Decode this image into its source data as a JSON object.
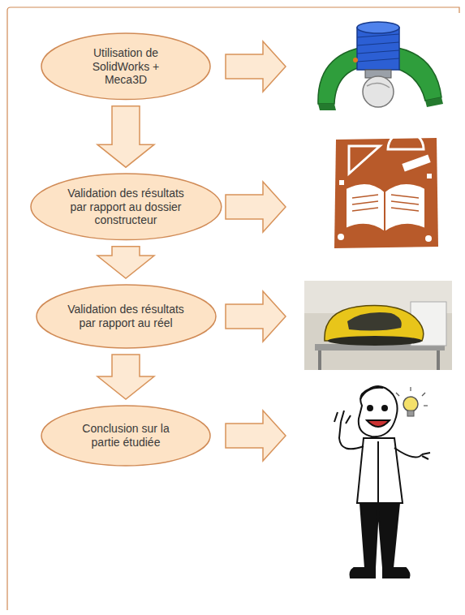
{
  "diagram": {
    "nodes": [
      {
        "text": [
          "Utilisation de SolidWorks + Meca3D"
        ]
      },
      {
        "text": [
          "Validation des résultats par rapport au dossier constructeur"
        ]
      },
      {
        "text": [
          "Validation des résultats par rapport au réel"
        ]
      },
      {
        "text": [
          "Conclusion sur la partie étudiée"
        ]
      }
    ],
    "edges": [
      {
        "from": 0,
        "to": 1,
        "arrow": "to"
      },
      {
        "from": 1,
        "to": 2,
        "arrow": "to"
      },
      {
        "from": 2,
        "to": 3,
        "arrow": "to"
      }
    ]
  }
}
